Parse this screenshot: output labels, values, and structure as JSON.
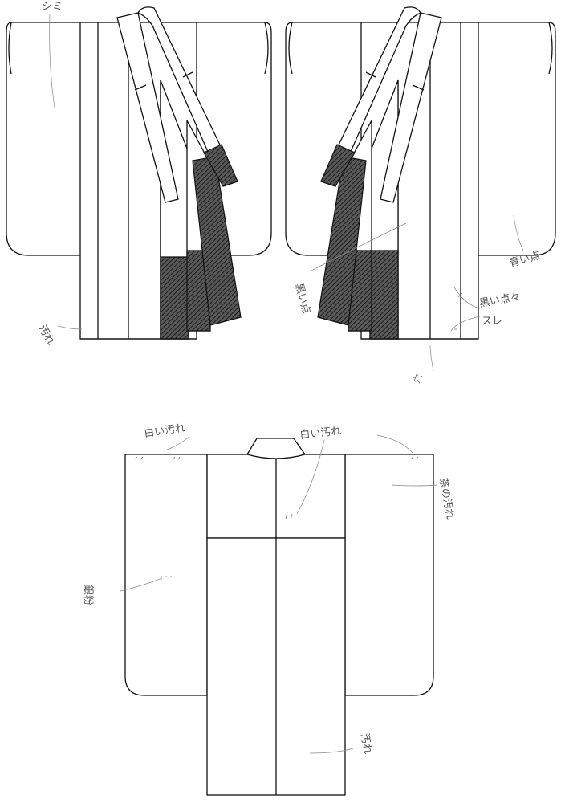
{
  "annotations": {
    "stain_top": "シミ",
    "dirt_left_front": "汚れ",
    "black_spots_right": "黒い点",
    "blue_spot": "青い点",
    "black_spots_rub": "黒い点々",
    "rub": "スレ",
    "hole": "穴",
    "white_dirt_left": "白い汚れ",
    "white_dirt_right": "白い汚れ",
    "brown_dirt": "茶の汚れ",
    "silver_powder": "銀粉",
    "dirt_bottom": "汚れ"
  },
  "colors": {
    "ink": "#111111",
    "hatch": "#333333",
    "pencil": "#777777",
    "paper": "#ffffff"
  }
}
